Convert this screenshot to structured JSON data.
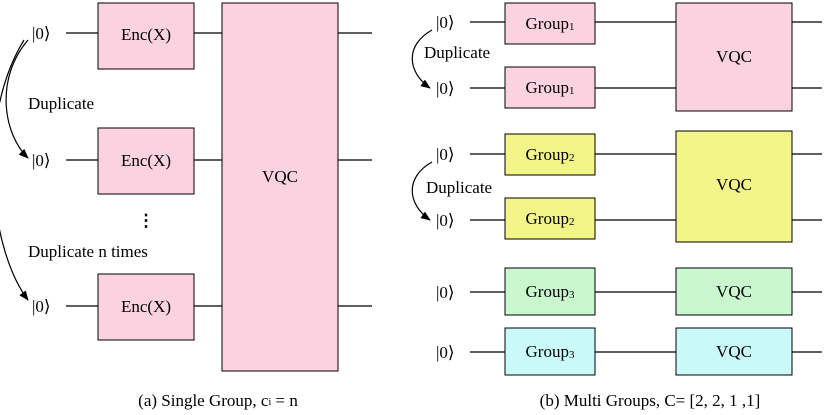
{
  "colors": {
    "pink": "#fad2e0",
    "yellow": "#f3f58a",
    "green": "#c9f8cf",
    "cyan": "#c9f9f9"
  },
  "left": {
    "ket": "|0⟩",
    "enc_label": "Enc(X)",
    "vqc_label": "VQC",
    "duplicate_label": "Duplicate",
    "ellipsis": "⋮",
    "duplicate_n_label": "Duplicate n times",
    "caption_prefix": "(a) Single Group, c",
    "caption_sub": "i",
    "caption_suffix": " = n"
  },
  "right": {
    "ket": "|0⟩",
    "group_word": "Group",
    "group1_sub": "1",
    "group2_sub": "2",
    "group3_sub": "3",
    "vqc_label": "VQC",
    "duplicate_label": "Duplicate",
    "caption": "(b) Multi Groups, C= [2, 2, 1 ,1]"
  }
}
